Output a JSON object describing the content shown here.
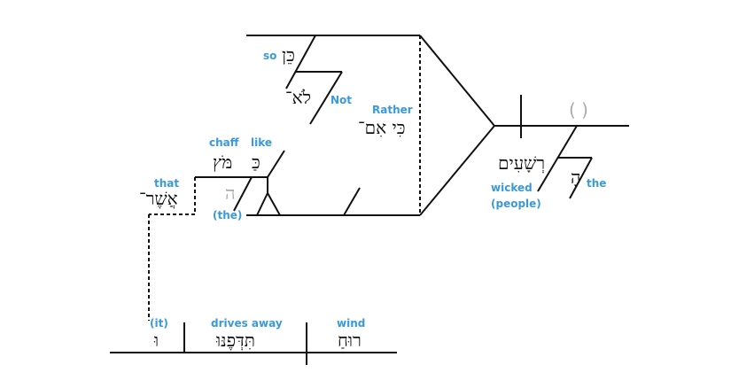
{
  "diagram": {
    "colors": {
      "gloss": "#3a9ad9",
      "line": "#111111",
      "implied": "#aaaaaa"
    },
    "top_clause": {
      "so": {
        "gloss": "so",
        "hebrew": "כֵּן"
      },
      "not": {
        "gloss": "Not",
        "hebrew": "לֹא־"
      }
    },
    "conjunction": {
      "gloss": "Rather",
      "hebrew": "כִּי אִם־"
    },
    "comparison": {
      "chaff": {
        "gloss": "chaff",
        "hebrew": "מֹּץ"
      },
      "like": {
        "gloss": "like",
        "hebrew": "כַּ"
      },
      "article": {
        "gloss": "(the)",
        "hebrew": "ה"
      }
    },
    "relative": {
      "gloss": "that",
      "hebrew": "אֲשֶׁר־"
    },
    "subject": {
      "wicked": {
        "gloss_line1": "wicked",
        "gloss_line2": "(people)",
        "hebrew": "רְשָׁעִים"
      },
      "the": {
        "gloss": "the",
        "hebrew": "הָ"
      },
      "verb_placeholder": "(  )"
    },
    "bottom_clause": {
      "it": {
        "gloss": "(it)",
        "hebrew": "וּ"
      },
      "drives_away": {
        "gloss": "drives away",
        "hebrew": "תִּדְּפֶנּוּ"
      },
      "wind": {
        "gloss": "wind",
        "hebrew": "רוּחַ"
      }
    }
  }
}
